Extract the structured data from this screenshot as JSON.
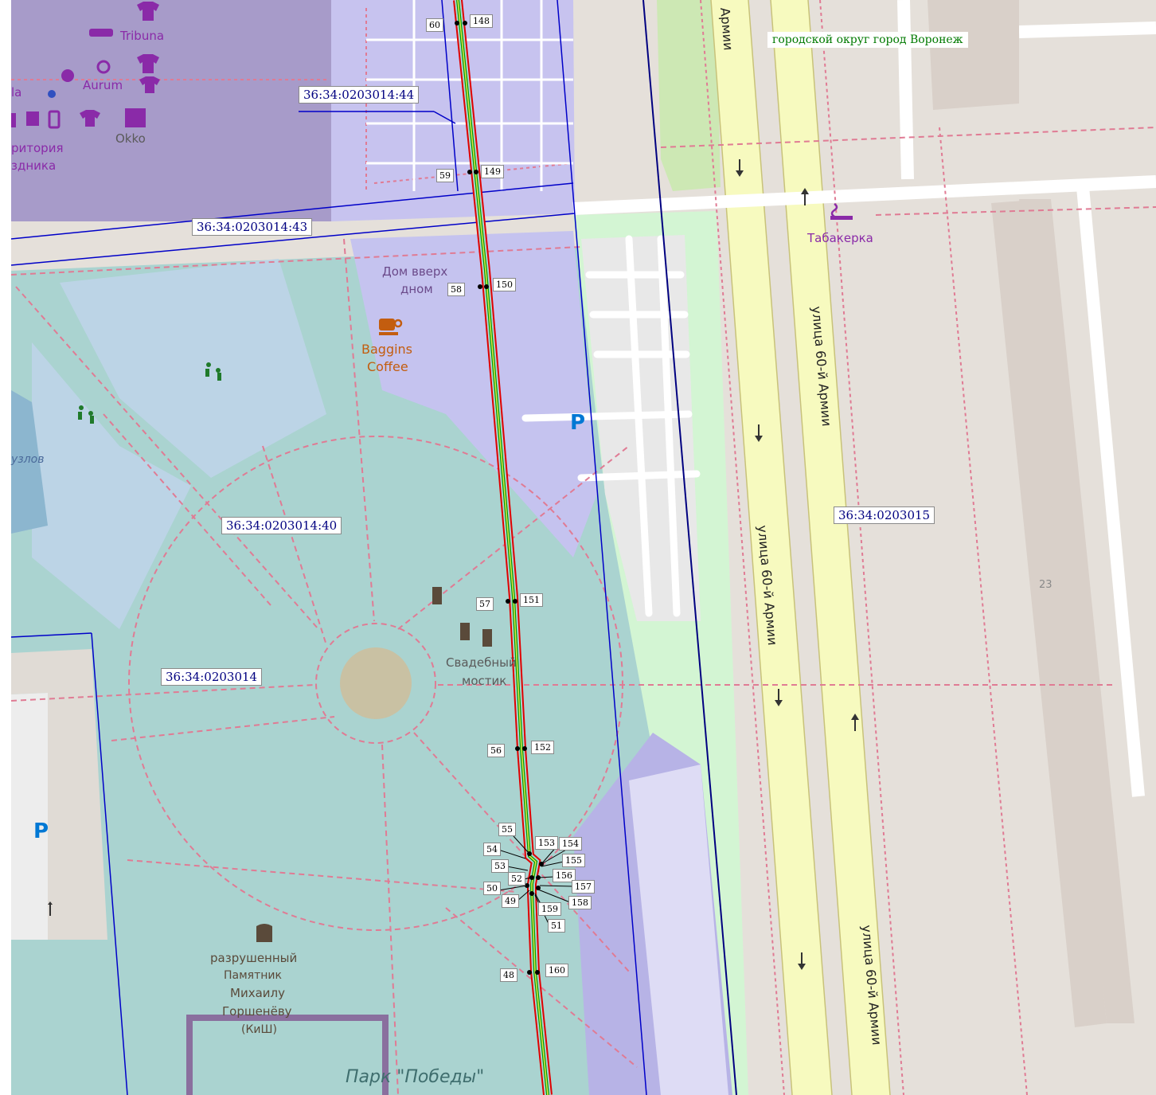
{
  "map": {
    "municipality_label": "городской округ город Воронеж",
    "parcels": {
      "p44": "36:34:0203014:44",
      "p43": "36:34:0203014:43",
      "p40": "36:34:0203014:40",
      "quarter_14": "36:34:0203014",
      "quarter_15": "36:34:0203015"
    },
    "streets": {
      "left": "улица 60-й Армии",
      "right": "улица 60-й Армии",
      "bottom_right": "улица 60-й Армии",
      "top": "Армии"
    },
    "pois": {
      "tribuna": "Tribuna",
      "aurum": "Aurum",
      "okko": "Okko",
      "territory_1": "ритория",
      "territory_2": "здника",
      "la": "la",
      "dom_1": "Дом вверх",
      "dom_2": "дном",
      "baggins_1": "Baggins",
      "baggins_2": "Coffee",
      "tabakerka": "Табакерка",
      "uzlov": "узлов",
      "bridge_1": "Свадебный",
      "bridge_2": "мостик",
      "monument_1": "разрушенный",
      "monument_2": "Памятник",
      "monument_3": "Михаилу",
      "monument_4": "Горшенёву",
      "monument_5": "(КиШ)",
      "park": "Парк \"Победы\"",
      "house_23": "23",
      "parking_1": "P",
      "parking_2": "P"
    },
    "points": {
      "p48": "48",
      "p49": "49",
      "p50": "50",
      "p51": "51",
      "p52": "52",
      "p53": "53",
      "p54": "54",
      "p55": "55",
      "p56": "56",
      "p57": "57",
      "p58": "58",
      "p59": "59",
      "p60": "60",
      "p148": "148",
      "p149": "149",
      "p150": "150",
      "p151": "151",
      "p152": "152",
      "p153": "153",
      "p154": "154",
      "p155": "155",
      "p156": "156",
      "p157": "157",
      "p158": "158",
      "p159": "159",
      "p160": "160"
    },
    "colors": {
      "parcel_line": "#0000c8",
      "pipeline_outer": "#e00000",
      "pipeline_inner": "#00a000",
      "park": "#aad3d0",
      "pedestrian": "#c5c3ef",
      "road": "#f7fabf",
      "building": "#d9d0c9",
      "poi_purple": "#8a2aa8",
      "municipality": "#007a00"
    }
  }
}
